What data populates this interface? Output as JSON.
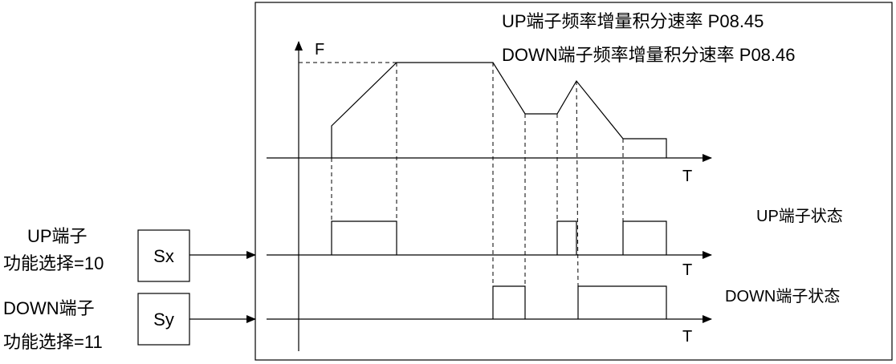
{
  "header": {
    "up_rate": "UP端子频率增量积分速率 P08.45",
    "down_rate": "DOWN端子频率增量积分速率 P08.46"
  },
  "axes": {
    "f_label": "F",
    "t_label": "T"
  },
  "status": {
    "up_state": "UP端子状态",
    "down_state": "DOWN端子状态"
  },
  "inputs": {
    "up_terminal": "UP端子",
    "up_function": "功能选择=10",
    "sx": "Sx",
    "down_terminal": "DOWN端子",
    "down_function": "功能选择=11",
    "sy": "Sy"
  }
}
